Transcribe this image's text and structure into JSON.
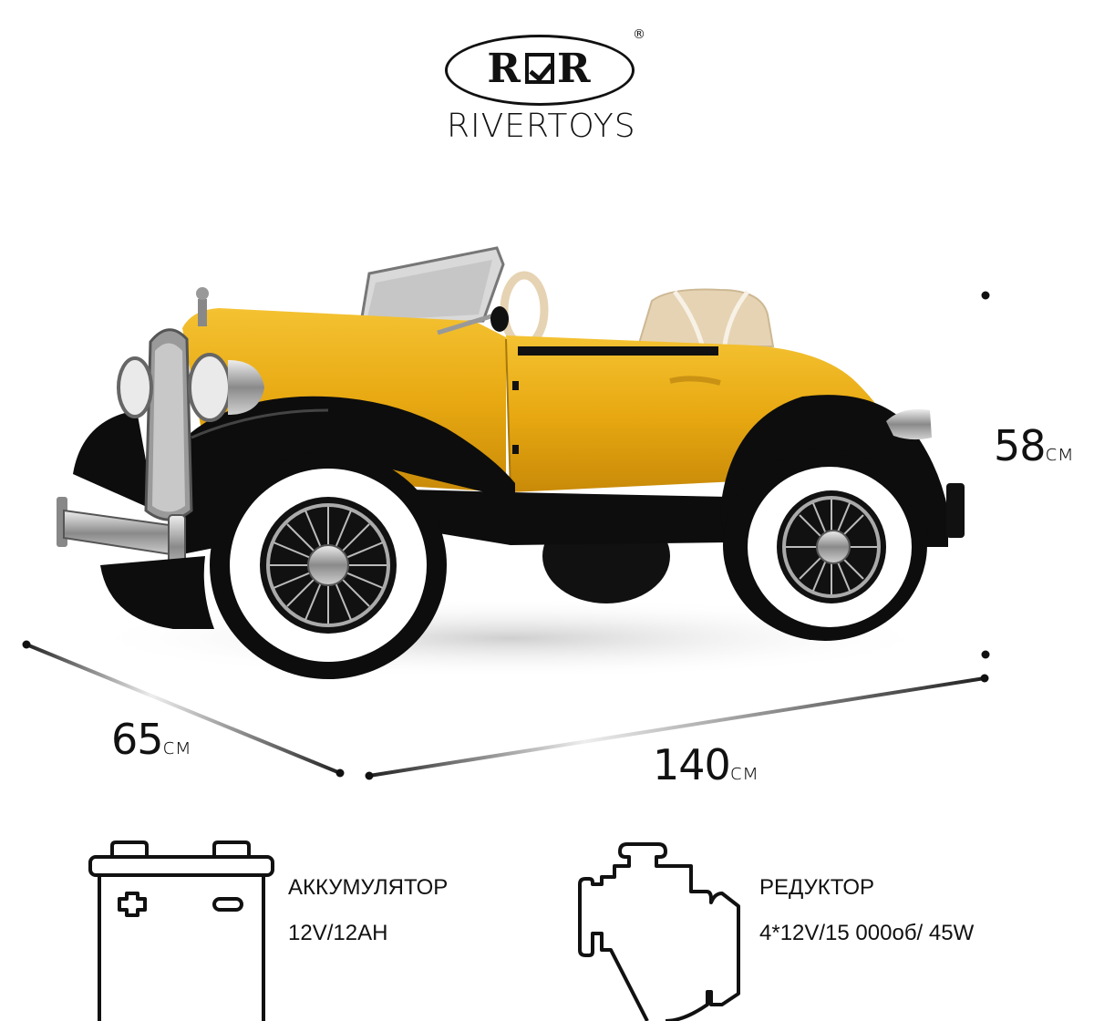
{
  "brand": {
    "logo_mark": "R☑R",
    "logo_mark_left": "R",
    "logo_mark_right": "R",
    "registered_symbol": "®",
    "name": "RIVERTOYS"
  },
  "product": {
    "description": "Yellow vintage-style children's electric car (roadster) with black fenders and whitewall tires",
    "colors": {
      "body": "#E8A912",
      "fenders": "#0d0d0d",
      "tire_wall": "#ffffff",
      "seat": "#E6D3B3",
      "chrome": "#b8b8b8"
    }
  },
  "dimensions": {
    "height": {
      "value": "58",
      "unit": "см"
    },
    "width": {
      "value": "65",
      "unit": "см"
    },
    "length": {
      "value": "140",
      "unit": "см"
    }
  },
  "specs": [
    {
      "icon": "battery-icon",
      "title": "АККУМУЛЯТОР",
      "value": "12V/12AH"
    },
    {
      "icon": "engine-icon",
      "title": "РЕДУКТОР",
      "value": "4*12V/15 000об/ 45W"
    }
  ]
}
